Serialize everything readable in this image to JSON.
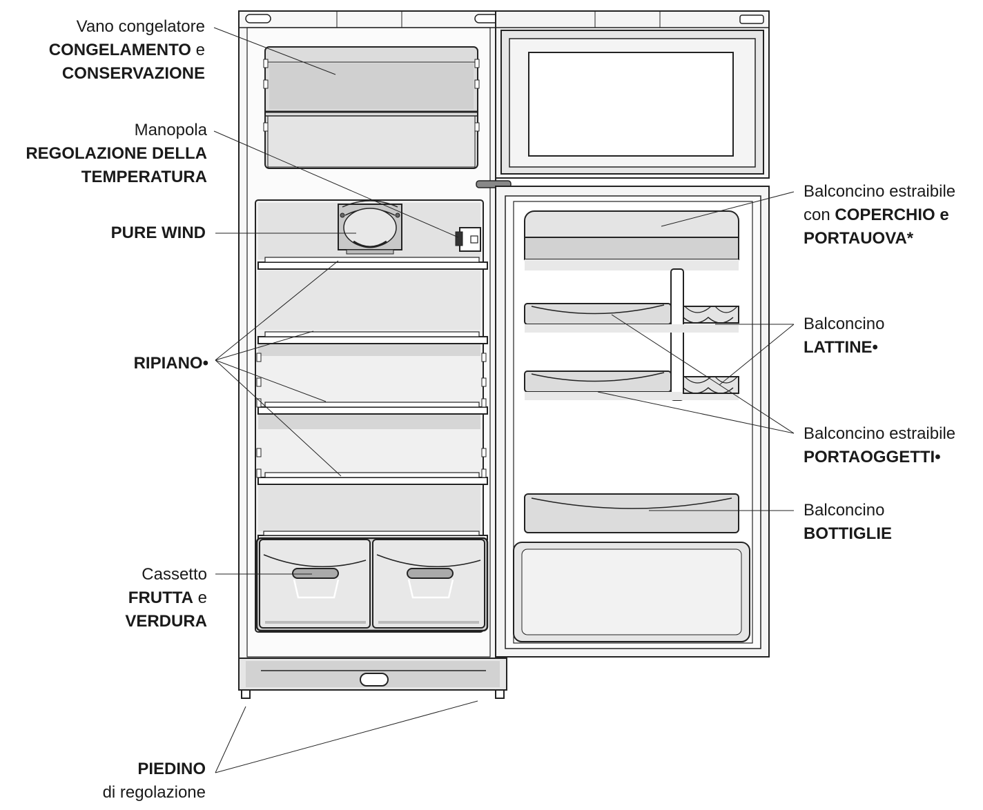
{
  "labels": {
    "freezer": {
      "line1": "Vano congelatore",
      "line2_bold": "CONGELAMENTO",
      "line2_rest": " e",
      "line3_bold": "CONSERVAZIONE"
    },
    "thermostat": {
      "line1": "Manopola",
      "line2_bold": "REGOLAZIONE DELLA",
      "line3_bold": "TEMPERATURA"
    },
    "pure_wind": {
      "line1_bold": "PURE WIND"
    },
    "shelf": {
      "line1_bold": "RIPIANO•"
    },
    "crisper": {
      "line1": "Cassetto",
      "line2_bold": "FRUTTA",
      "line2_rest": " e",
      "line3_bold": "VERDURA"
    },
    "foot": {
      "line1_bold": "PIEDINO",
      "line2": "di regolazione"
    },
    "egg_rack": {
      "line1": "Balconcino estraibile",
      "line2_pre": "con ",
      "line2_bold": "COPERCHIO e",
      "line3_bold": "PORTAUOVA*"
    },
    "cans": {
      "line1": "Balconcino",
      "line2_bold": "LATTINE•"
    },
    "storage": {
      "line1": "Balconcino estraibile",
      "line2_bold": "PORTAOGGETTI•"
    },
    "bottles": {
      "line1": "Balconcino",
      "line2_bold": "BOTTIGLIE"
    }
  },
  "colors": {
    "outline": "#222222",
    "fill_light": "#f2f2f2",
    "fill_mid": "#dcdcdc",
    "fill_dark": "#c4c4c4"
  }
}
